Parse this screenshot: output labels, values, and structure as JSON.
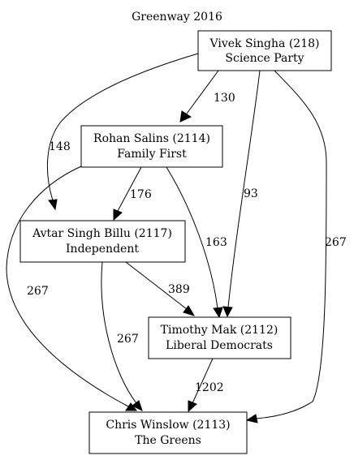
{
  "title": "Greenway 2016",
  "nodes": {
    "vivek": {
      "name": "Vivek Singha (218)",
      "party": "Science Party"
    },
    "rohan": {
      "name": "Rohan Salins (2114)",
      "party": "Family First"
    },
    "avtar": {
      "name": "Avtar Singh Billu (2117)",
      "party": "Independent"
    },
    "timothy": {
      "name": "Timothy Mak (2112)",
      "party": "Liberal Democrats"
    },
    "chris": {
      "name": "Chris Winslow (2113)",
      "party": "The Greens"
    }
  },
  "edges": [
    {
      "from": "Vivek Singha (218)",
      "to": "Rohan Salins (2114)",
      "label": "130"
    },
    {
      "from": "Vivek Singha (218)",
      "to": "Avtar Singh Billu (2117)",
      "label": "148"
    },
    {
      "from": "Vivek Singha (218)",
      "to": "Timothy Mak (2112)",
      "label": "93"
    },
    {
      "from": "Vivek Singha (218)",
      "to": "Chris Winslow (2113)",
      "label": "267"
    },
    {
      "from": "Rohan Salins (2114)",
      "to": "Avtar Singh Billu (2117)",
      "label": "176"
    },
    {
      "from": "Rohan Salins (2114)",
      "to": "Timothy Mak (2112)",
      "label": "163"
    },
    {
      "from": "Rohan Salins (2114)",
      "to": "Chris Winslow (2113)",
      "label": "267"
    },
    {
      "from": "Avtar Singh Billu (2117)",
      "to": "Timothy Mak (2112)",
      "label": "389"
    },
    {
      "from": "Avtar Singh Billu (2117)",
      "to": "Chris Winslow (2113)",
      "label": "267"
    },
    {
      "from": "Timothy Mak (2112)",
      "to": "Chris Winslow (2113)",
      "label": "1202"
    }
  ]
}
